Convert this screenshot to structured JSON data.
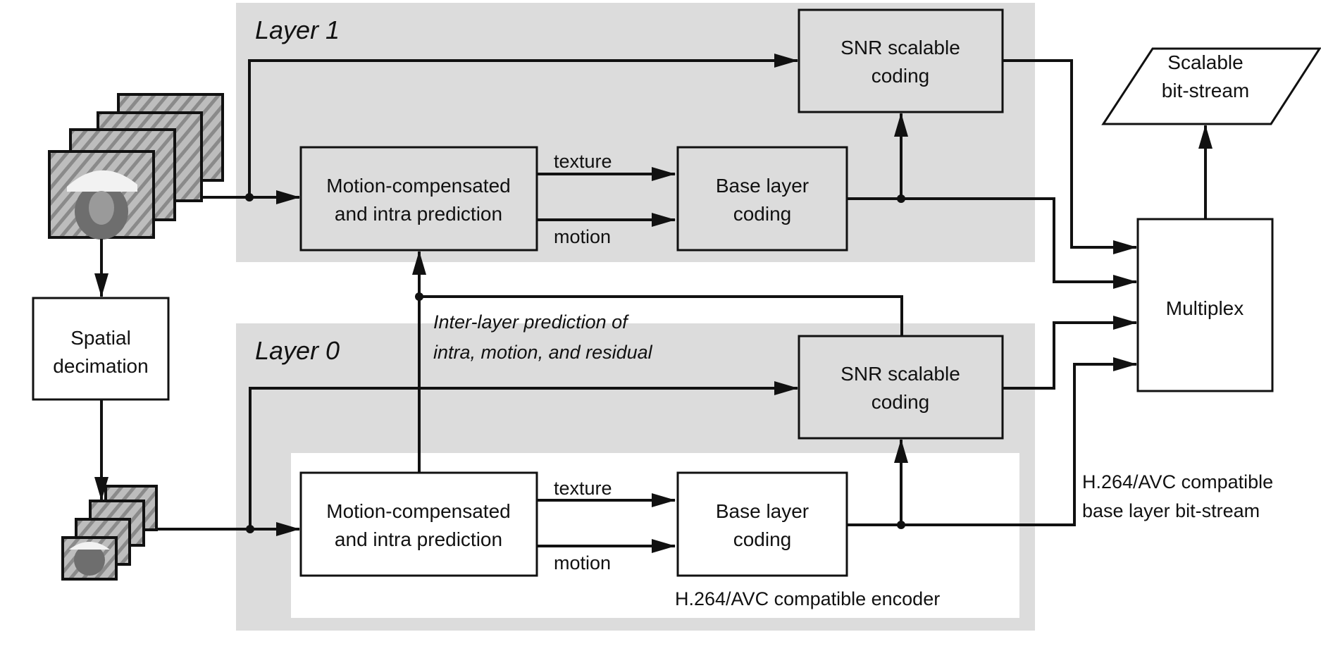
{
  "layers": {
    "layer1": {
      "title": "Layer 1"
    },
    "layer0": {
      "title": "Layer 0"
    }
  },
  "blocks": {
    "l1_snr": [
      "SNR scalable",
      "coding"
    ],
    "l1_mcp": [
      "Motion-compensated",
      "and intra prediction"
    ],
    "l1_base": [
      "Base layer",
      "coding"
    ],
    "l0_snr": [
      "SNR scalable",
      "coding"
    ],
    "l0_mcp": [
      "Motion-compensated",
      "and intra prediction"
    ],
    "l0_base": [
      "Base layer",
      "coding"
    ],
    "spatial": [
      "Spatial",
      "decimation"
    ],
    "multiplex": "Multiplex",
    "output": [
      "Scalable",
      "bit-stream"
    ]
  },
  "labels": {
    "l1_texture": "texture",
    "l1_motion": "motion",
    "l0_texture": "texture",
    "l0_motion": "motion",
    "inter_layer": [
      "Inter-layer prediction of",
      "intra, motion, and residual"
    ],
    "encoder": "H.264/AVC compatible encoder",
    "base_stream": [
      "H.264/AVC compatible",
      "base layer bit-stream"
    ]
  },
  "colors": {
    "layer_bg": "#dcdcdc",
    "line": "#111111",
    "box_white": "#ffffff"
  }
}
